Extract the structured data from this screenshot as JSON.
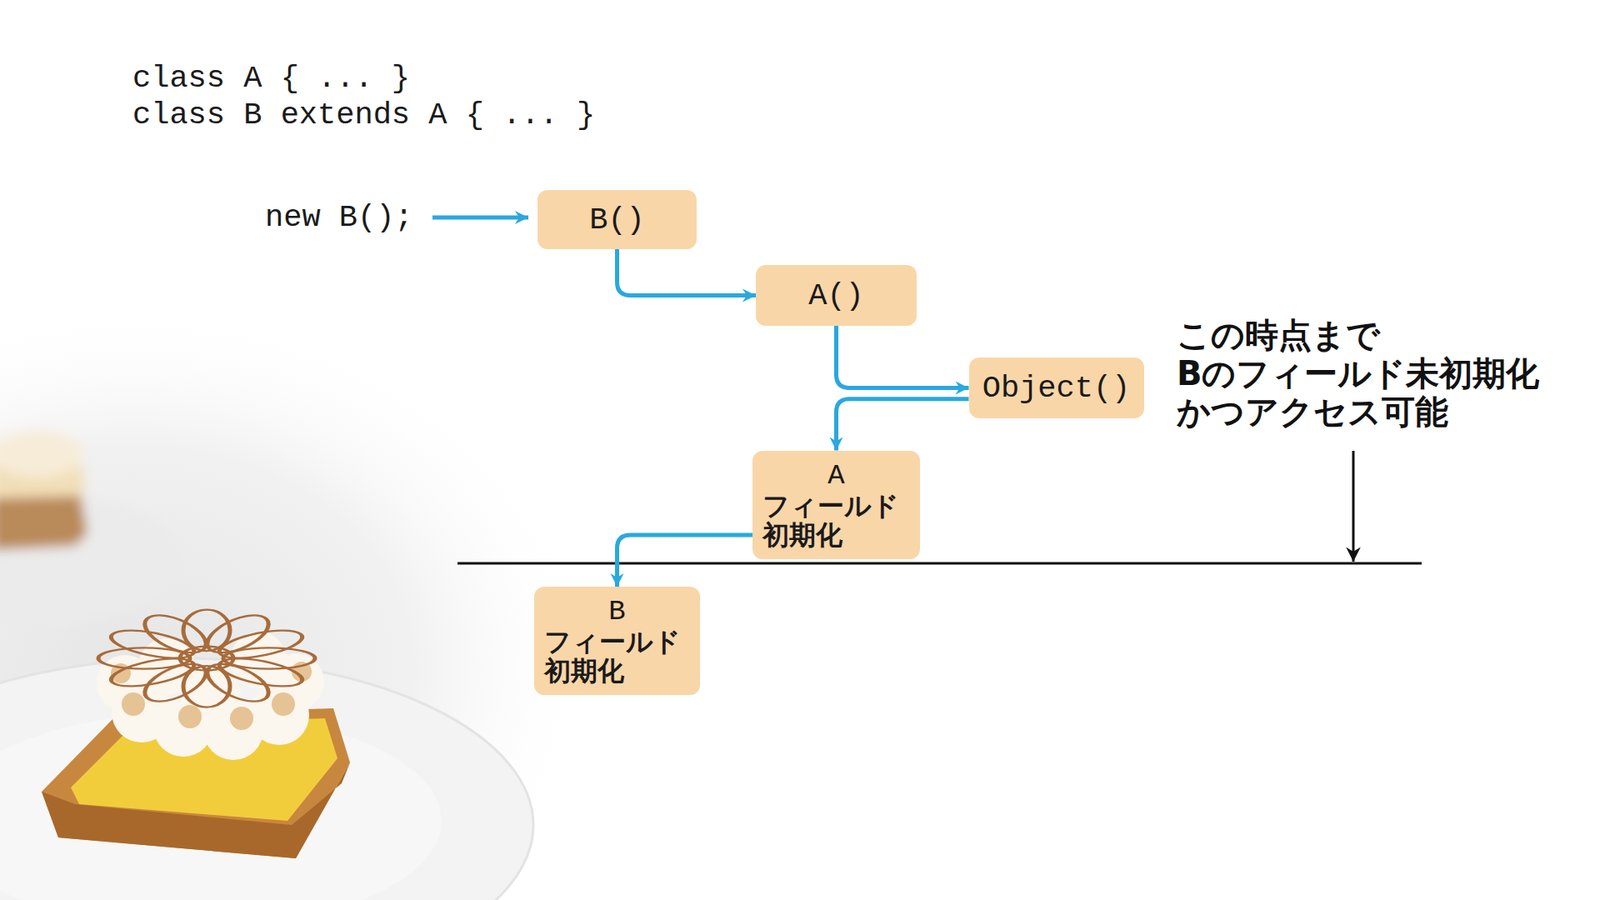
{
  "diagram": {
    "nodes": [
      {
        "text": [
          "B()"
        ]
      },
      {
        "text": [
          "A()"
        ]
      },
      {
        "text": [
          "Object()"
        ]
      },
      {
        "text": [
          "A",
          "フィールド 初期化"
        ]
      },
      {
        "text": [
          "B",
          "フィールド 初期化"
        ]
      }
    ],
    "edges": [
      {
        "from": 0,
        "to": 1,
        "arrow": "to"
      },
      {
        "from": 1,
        "to": 2,
        "arrow": "to"
      },
      {
        "from": 2,
        "to": 3,
        "arrow": "to"
      },
      {
        "from": 3,
        "to": 4,
        "arrow": "to"
      }
    ],
    "labels": [
      "class A { ... }",
      "class B extends A { ... }",
      "new B();",
      "この時点まで Bのフィールド未初期化 かつアクセス可能"
    ]
  }
}
